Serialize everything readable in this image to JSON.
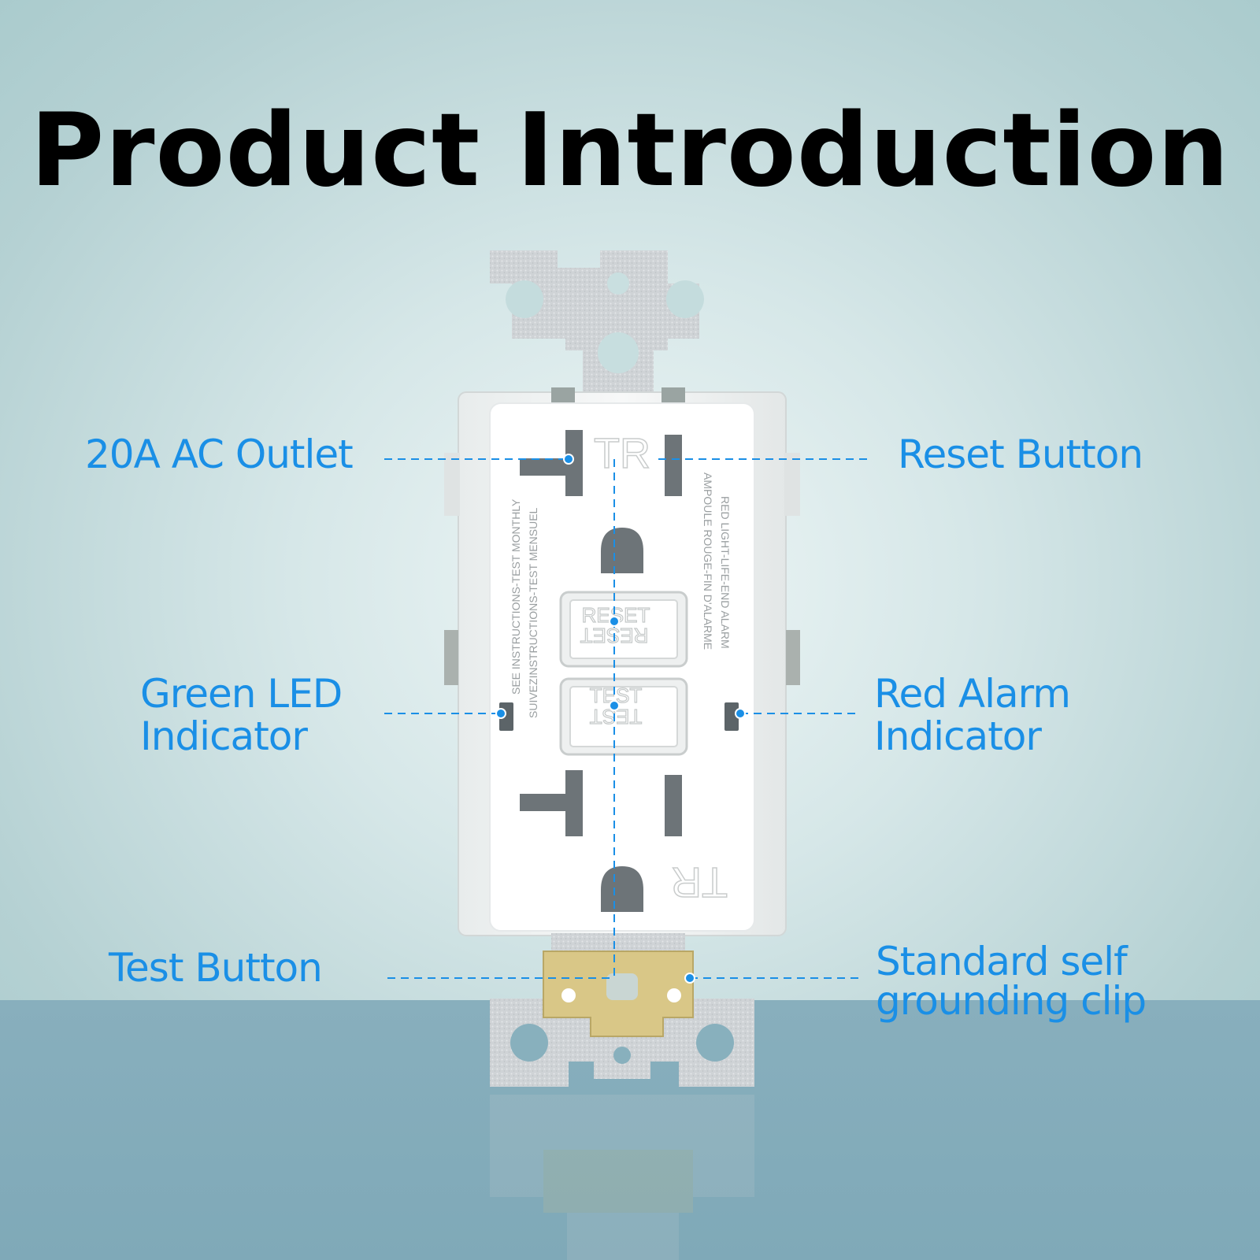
{
  "title": "Product Introduction",
  "labels": {
    "outlet": "20A AC Outlet",
    "reset": "Reset Button",
    "green_led_1": "Green LED",
    "green_led_2": "Indicator",
    "red_alarm_1": "Red Alarm",
    "red_alarm_2": "Indicator",
    "test": "Test Button",
    "clip_1": "Standard self",
    "clip_2": "grounding clip"
  },
  "faceplate": {
    "tr_top": "TR",
    "tr_bottom": "TR",
    "reset_text": "RESET",
    "test_text": "TEST",
    "left_text_1": "SEE INSTRUCTIONS-TEST MONTHLY",
    "left_text_2": "SUIVEZINSTRUCTIONS-TEST MENSUEL",
    "right_text_1": "RED LIGHT-LIFE-END ALARM",
    "right_text_2": "AMPOULE ROUGE-FIN D'ALARME"
  },
  "colors": {
    "accent": "#1a8fe6",
    "title": "#000000",
    "faceplate": "#ffffff",
    "slot": "#6d7478",
    "strap": "#d5d8da",
    "clip": "#d9c787"
  }
}
